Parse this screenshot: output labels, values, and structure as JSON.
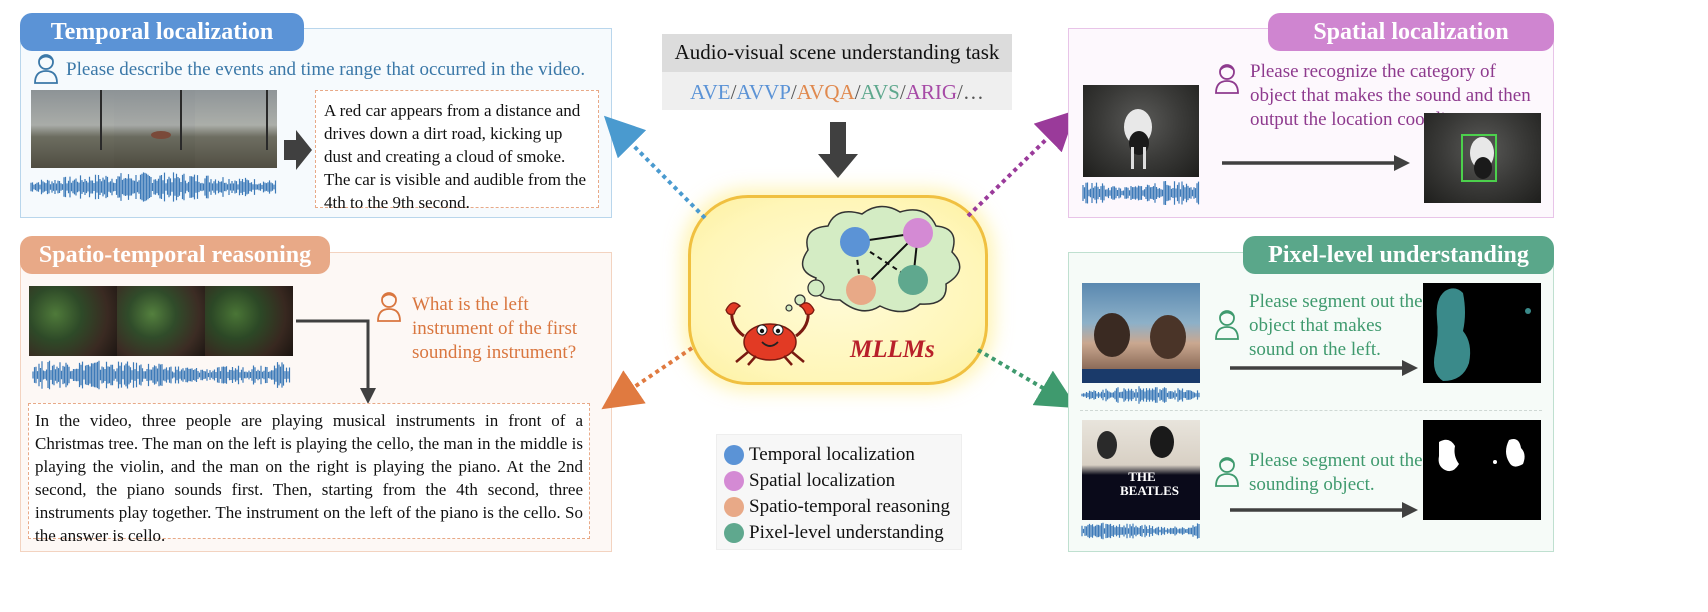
{
  "temporal": {
    "title": "Temporal localization",
    "question": "Please describe the events and time range that occurred in the video.",
    "answer": "A red car appears from a distance and drives down a dirt road, kicking up dust and creating a cloud of smoke. The car is visible and audible from the 4th to the 9th second."
  },
  "spatiotemporal": {
    "title": "Spatio-temporal reasoning",
    "question": "What is the left instrument of the first sounding instrument?",
    "answer": "In the video, three people are playing musical instruments in front of a Christmas tree. The man on the left is playing the cello, the man in the middle is playing the violin, and the man on the right is playing the piano. At the 2nd second, the piano sounds first. Then, starting from the 4th second, three instruments play together. The instrument on the left of the piano is the cello. So the answer is  cello."
  },
  "spatial": {
    "title": "Spatial localization",
    "question": "Please recognize the category of object that makes the sound and then output the location coordinates."
  },
  "pixel": {
    "title": "Pixel-level understanding",
    "question1": "Please segment out the object that makes sound on the left.",
    "question2": "Please segment out the sounding object."
  },
  "center": {
    "task_title": "Audio-visual scene understanding task",
    "tasks": {
      "ave": "AVE",
      "avvp": "AVVP",
      "avqa": "AVQA",
      "avs": "AVS",
      "arig": "ARIG",
      "sep": "/",
      "ellipsis": "/…"
    },
    "mllm_label": "MLLMs",
    "beatles_text": "THE BEATLES"
  },
  "legend": [
    {
      "label": "Temporal localization",
      "color": "#5b93d6"
    },
    {
      "label": "Spatial localization",
      "color": "#d48ad4"
    },
    {
      "label": "Spatio-temporal reasoning",
      "color": "#e8a987"
    },
    {
      "label": "Pixel-level understanding",
      "color": "#5fa88e"
    }
  ],
  "colors": {
    "temporal": "#5b93d6",
    "spatial": "#cf85d0",
    "spatiotemporal": "#e8a987",
    "pixel": "#5aa78a",
    "temporal_text": "#3b78a8",
    "spatial_text": "#8e3a8e",
    "st_text": "#d9763f",
    "pixel_text": "#3f9a6e",
    "waveform": "#3d7ab8"
  },
  "icons": [
    "user-icon",
    "crab-icon",
    "thought-cloud-icon",
    "arrow-right-icon",
    "arrow-down-icon"
  ]
}
